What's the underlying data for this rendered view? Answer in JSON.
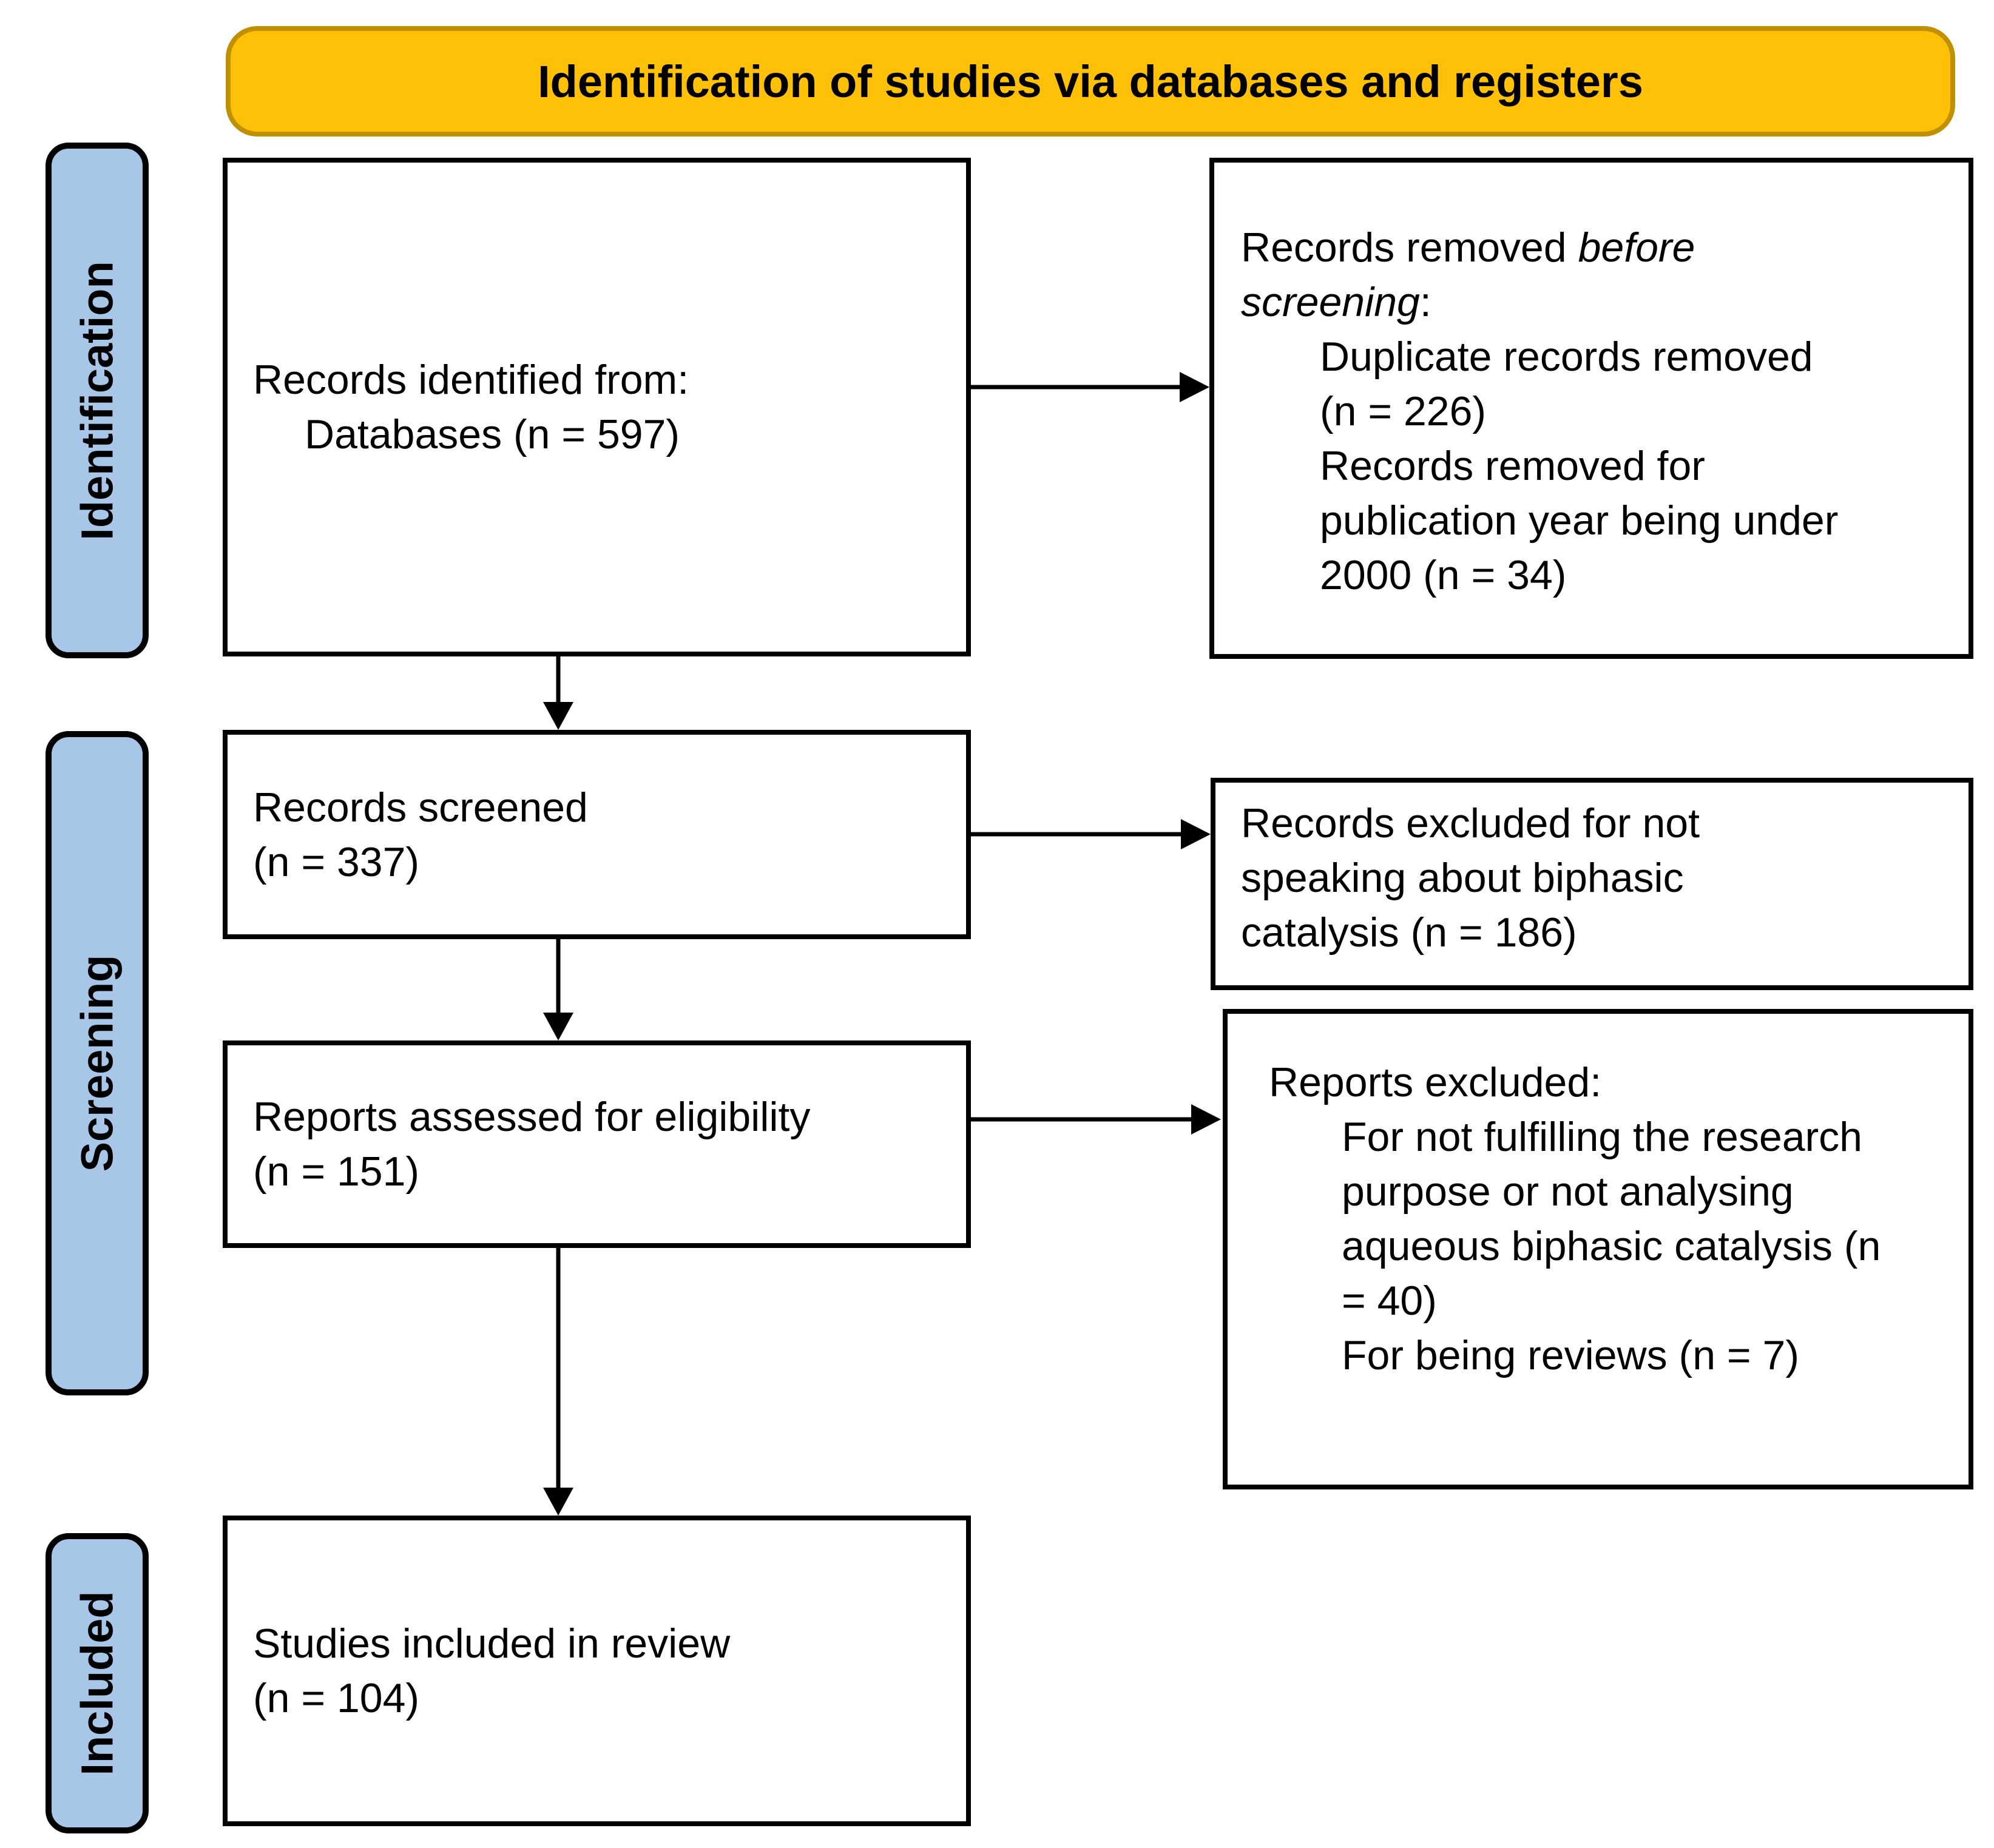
{
  "title": "Identification of studies via databases and registers",
  "sidebars": {
    "identification": "Identification",
    "screening": "Screening",
    "included": "Included"
  },
  "flow_boxes": {
    "records_identified": {
      "lines": [
        "Records identified from:",
        "Databases (n = 597)"
      ]
    },
    "records_screened": {
      "lines": [
        "Records screened",
        "(n = 337)"
      ]
    },
    "reports_assessed": {
      "lines": [
        "Reports assessed for eligibility",
        "(n = 151)"
      ]
    },
    "studies_included": {
      "lines": [
        "Studies included in review",
        "(n = 104)"
      ]
    }
  },
  "side_boxes": {
    "removed_before_screening": {
      "intro_regular_1": "Records removed ",
      "intro_italic_1": "before",
      "intro_italic_2": "screening",
      "intro_regular_2": ":",
      "items": [
        {
          "lines": [
            "Duplicate records removed",
            "(n = 226)"
          ]
        },
        {
          "lines": [
            "Records removed for",
            "publication year being under",
            "2000 (n = 34)"
          ]
        }
      ]
    },
    "records_excluded": {
      "lines": [
        "Records excluded for not",
        "speaking about biphasic",
        "catalysis (n = 186)"
      ]
    },
    "reports_excluded": {
      "heading": "Reports excluded:",
      "items": [
        {
          "lines": [
            "For not fulfilling the research",
            "purpose or not analysing",
            "aqueous biphasic catalysis (n",
            "= 40)"
          ]
        },
        {
          "lines": [
            "For being reviews (n = 7)"
          ]
        }
      ]
    }
  },
  "colors": {
    "banner_fill": "#FFC008",
    "banner_border": "#BF9000",
    "stage_fill": "#A8C6E8",
    "box_border": "#000000",
    "arrow": "#000000"
  }
}
